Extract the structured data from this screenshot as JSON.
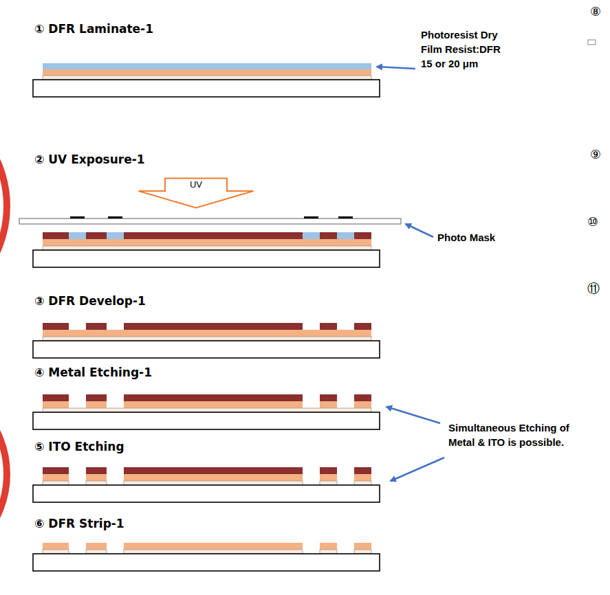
{
  "diagram": {
    "nodes": [
      {
        "text": [
          "UV"
        ]
      }
    ],
    "labels": [
      "① DFR Laminate-1",
      "Photoresist Dry Film Resist:DFR 15 or 20 μm",
      "⑧",
      "⑨",
      "⑩",
      "⑪",
      "② UV Exposure-1",
      "Photo Mask",
      "③ DFR Develop-1",
      "④ Metal Etching-1",
      "⑤ ITO Etching",
      "Simultaneous Etching of Metal & ITO is possible.",
      "⑥ DFR Strip-1"
    ]
  }
}
